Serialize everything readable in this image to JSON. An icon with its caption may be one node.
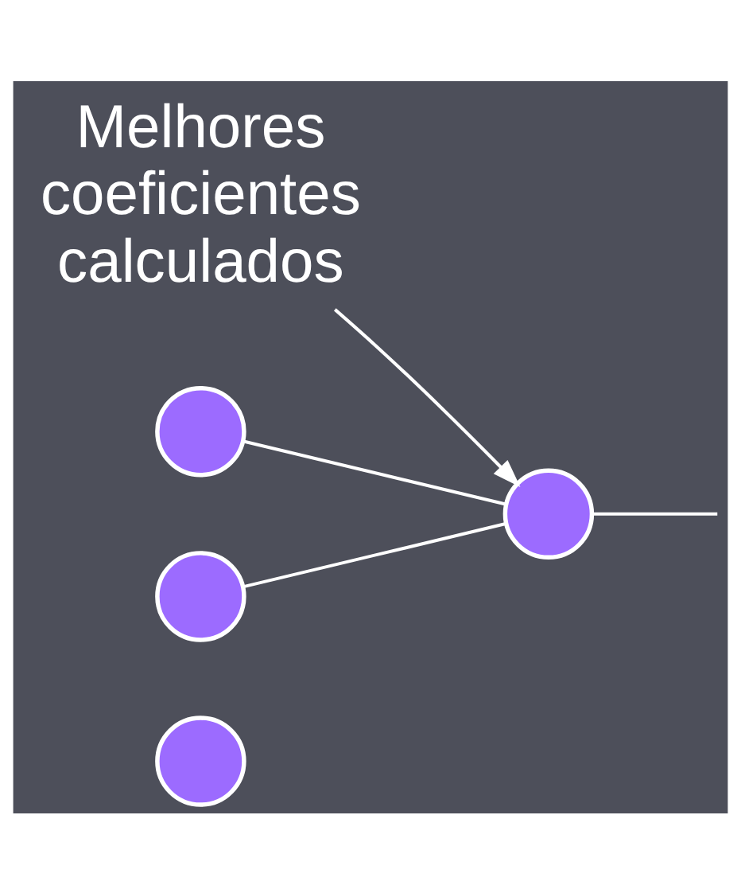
{
  "diagram": {
    "nodes": [
      {
        "text": [
          "Melhores coeficientes calculados"
        ]
      },
      {
        "text": [],
        "shape": "circle"
      },
      {
        "text": [],
        "shape": "circle"
      },
      {
        "text": [],
        "shape": "circle"
      },
      {
        "text": [],
        "shape": "circle"
      }
    ],
    "edges": [
      {
        "from": 0,
        "to": 2,
        "arrow": "to"
      },
      {
        "from": 1,
        "to": 2,
        "arrow": "none"
      },
      {
        "from": 3,
        "to": 2,
        "arrow": "none"
      },
      {
        "from": 2,
        "to": null,
        "arrow": "none"
      }
    ]
  }
}
